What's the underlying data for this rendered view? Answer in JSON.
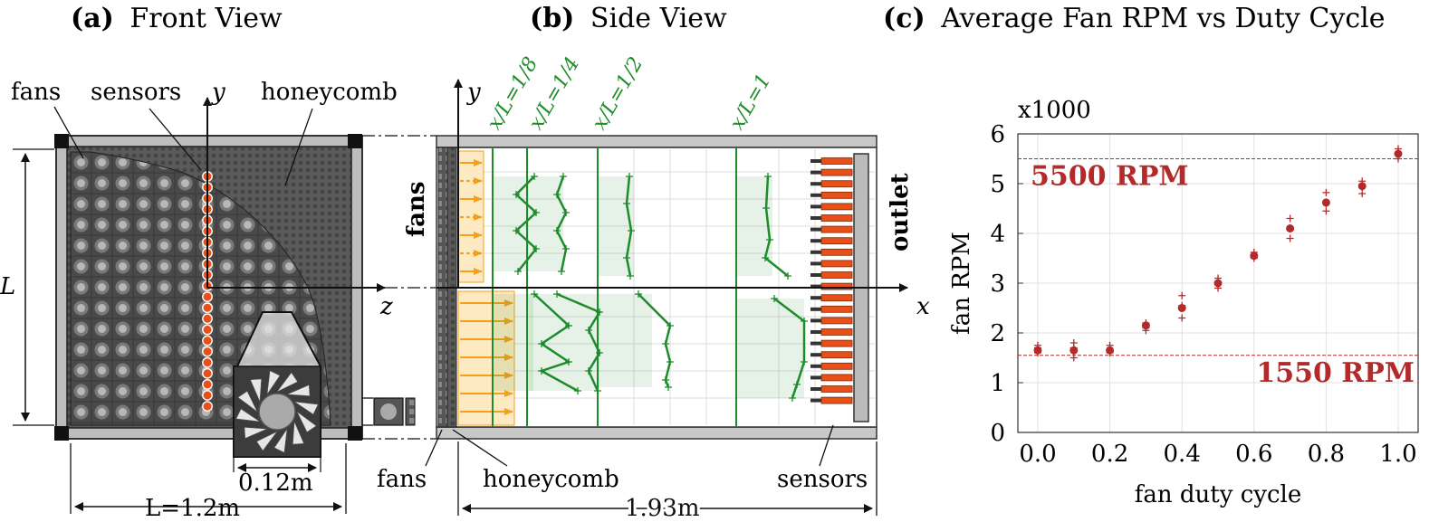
{
  "panels": {
    "a": {
      "letter": "(a)",
      "title": "Front View",
      "labels": {
        "fans": "fans",
        "sensors": "sensors",
        "honeycomb": "honeycomb",
        "y": "y",
        "z": "z",
        "L": "L",
        "fan_size": "0.12m",
        "width": "L=1.2m"
      }
    },
    "b": {
      "letter": "(b)",
      "title": "Side View",
      "labels": {
        "y": "y",
        "x": "x",
        "fans_side": "fans",
        "outlet": "outlet",
        "fans_bottom": "fans",
        "honeycomb": "honeycomb",
        "sensors": "sensors",
        "length": "1.93m"
      },
      "stations": [
        "x/L=1/8",
        "x/L=1/4",
        "x/L=1/2",
        "x/L=1"
      ]
    },
    "c": {
      "letter": "(c)",
      "title": "Average Fan RPM vs Duty Cycle"
    }
  },
  "colors": {
    "accent": "#b22a2a",
    "green": "#1e8c2a",
    "orange": "#f5a01a",
    "sensor": "#e8501a"
  },
  "chart_data": {
    "type": "scatter",
    "xlabel": "fan duty cycle",
    "ylabel": "fan RPM",
    "y_multiplier": "x1000",
    "xlim": [
      0.0,
      1.0
    ],
    "ylim": [
      0,
      6
    ],
    "xticks": [
      "0.0",
      "0.2",
      "0.4",
      "0.6",
      "0.8",
      "1.0"
    ],
    "yticks": [
      "0",
      "1",
      "2",
      "3",
      "4",
      "5",
      "6"
    ],
    "grid": true,
    "reference_lines": [
      {
        "label": "5500 RPM",
        "value": 5.5
      },
      {
        "label": "1550 RPM",
        "value": 1.55
      }
    ],
    "series": [
      {
        "marker": "circle",
        "x": [
          0.0,
          0.1,
          0.2,
          0.3,
          0.4,
          0.5,
          0.6,
          0.7,
          0.8,
          0.9,
          1.0
        ],
        "y": [
          1.65,
          1.65,
          1.65,
          2.15,
          2.5,
          3.0,
          3.55,
          4.1,
          4.62,
          4.95,
          5.6
        ]
      },
      {
        "marker": "plus",
        "x": [
          0.0,
          0.0,
          0.0,
          0.1,
          0.1,
          0.1,
          0.2,
          0.2,
          0.2,
          0.3,
          0.3,
          0.3,
          0.4,
          0.4,
          0.4,
          0.5,
          0.5,
          0.5,
          0.6,
          0.6,
          0.6,
          0.7,
          0.7,
          0.7,
          0.8,
          0.8,
          0.8,
          0.9,
          0.9,
          0.9,
          1.0,
          1.0,
          1.0
        ],
        "y": [
          1.75,
          1.6,
          1.7,
          1.8,
          1.5,
          1.7,
          1.75,
          1.6,
          1.65,
          2.2,
          2.05,
          2.1,
          2.75,
          2.3,
          2.55,
          3.1,
          2.9,
          3.0,
          3.62,
          3.5,
          3.55,
          4.3,
          3.9,
          4.1,
          4.82,
          4.45,
          4.6,
          5.05,
          4.8,
          4.95,
          5.7,
          5.5,
          5.6
        ]
      }
    ]
  }
}
